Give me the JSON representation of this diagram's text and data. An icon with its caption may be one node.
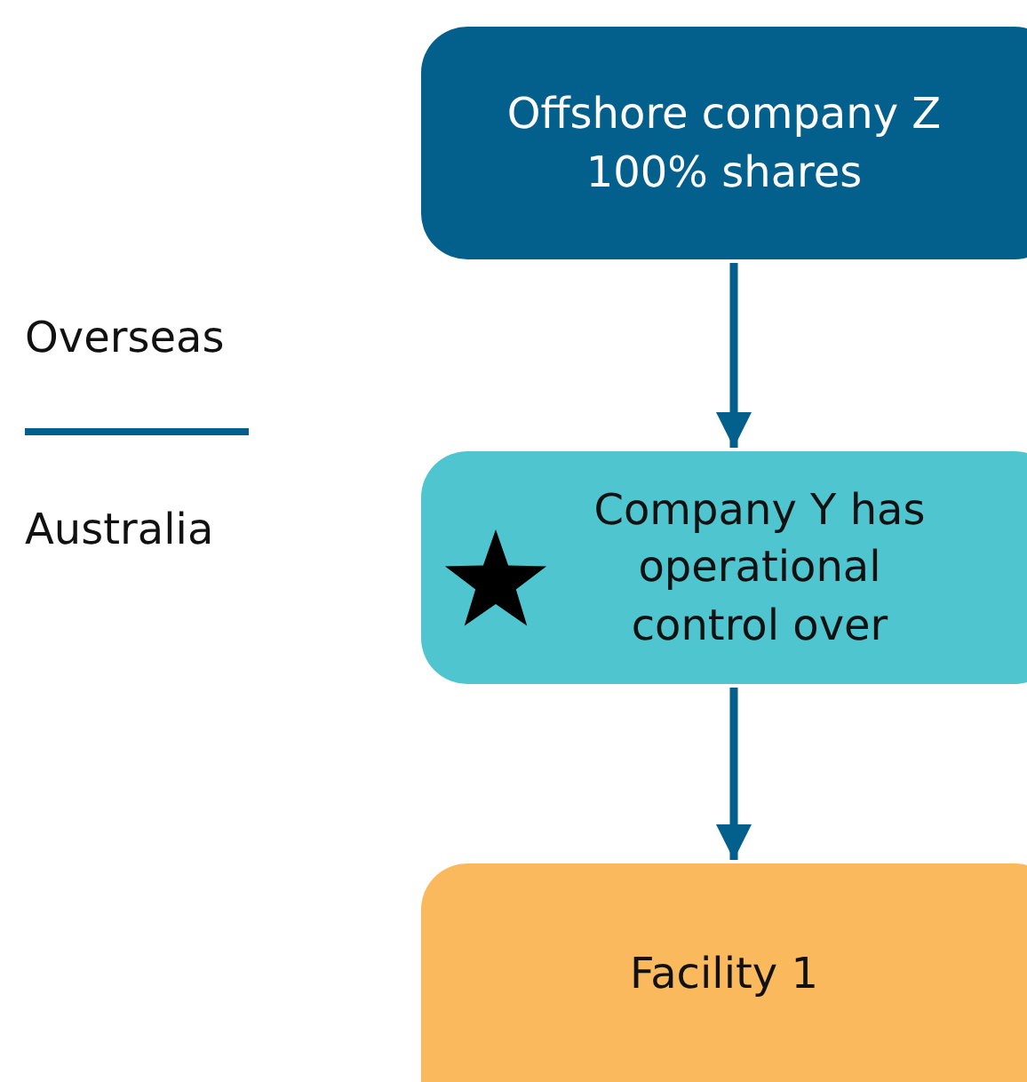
{
  "diagram": {
    "nodes": [
      {
        "text": [
          "Offshore company Z 100% shares"
        ]
      },
      {
        "text": [
          "Company Y has operational control over"
        ]
      },
      {
        "text": [
          "Facility 1"
        ]
      }
    ],
    "edges": [
      {
        "from": 0,
        "to": 1,
        "arrow": "to"
      },
      {
        "from": 1,
        "to": 2,
        "arrow": "to"
      }
    ],
    "labels": [
      "Overseas",
      "Australia"
    ]
  }
}
